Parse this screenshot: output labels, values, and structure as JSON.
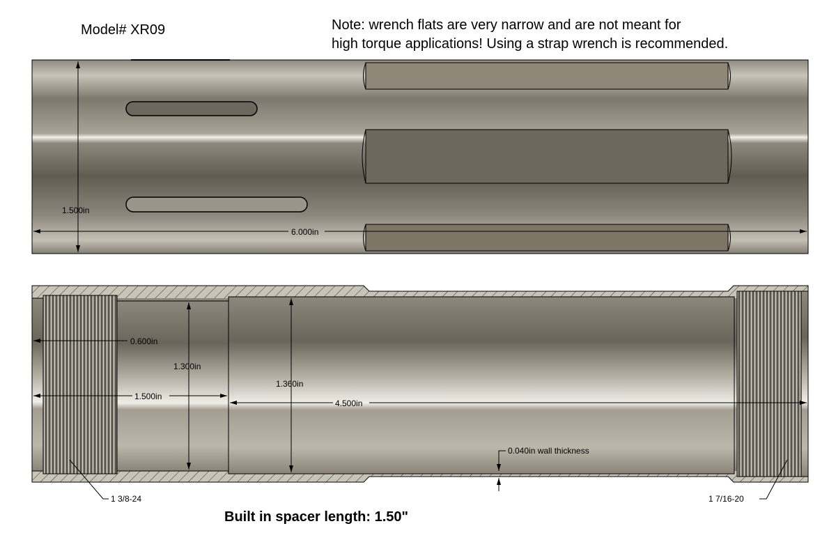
{
  "header": {
    "model": "Model# XR09",
    "note_line1": "Note: wrench flats are very narrow and are not meant for",
    "note_line2": "high torque applications! Using a strap wrench is recommended."
  },
  "top_view": {
    "diameter": "1.500in",
    "length": "6.000in"
  },
  "section_view": {
    "thread_depth": "0.600in",
    "spacer_bore_length": "1.500in",
    "spacer_bore_diameter": "1.300in",
    "main_bore_diameter": "1.360in",
    "main_bore_length": "4.500in",
    "wall": "0.040in wall thickness",
    "thread_left": "1 3/8-24",
    "thread_right": "1 7/16-20"
  },
  "footer": {
    "spacer": "Built in spacer length: 1.50\""
  },
  "colors": {
    "metal_dark": "#6b655c",
    "metal_light": "#e6e3dc",
    "flat": "#8a8070",
    "hatch": "#b9b3a6"
  }
}
